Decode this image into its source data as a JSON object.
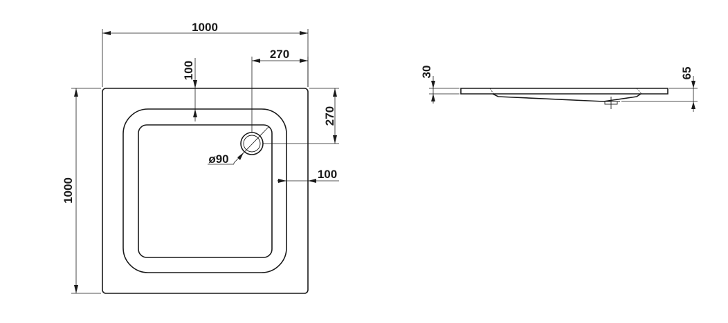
{
  "top_view": {
    "width_dimension": "1000",
    "height_dimension": "1000",
    "drain_offset_x": "270",
    "drain_offset_y": "270",
    "rim_top_width": "100",
    "rim_side_width": "100",
    "drain_diameter": "ø90"
  },
  "side_view": {
    "rim_thickness": "30",
    "total_height": "65"
  }
}
